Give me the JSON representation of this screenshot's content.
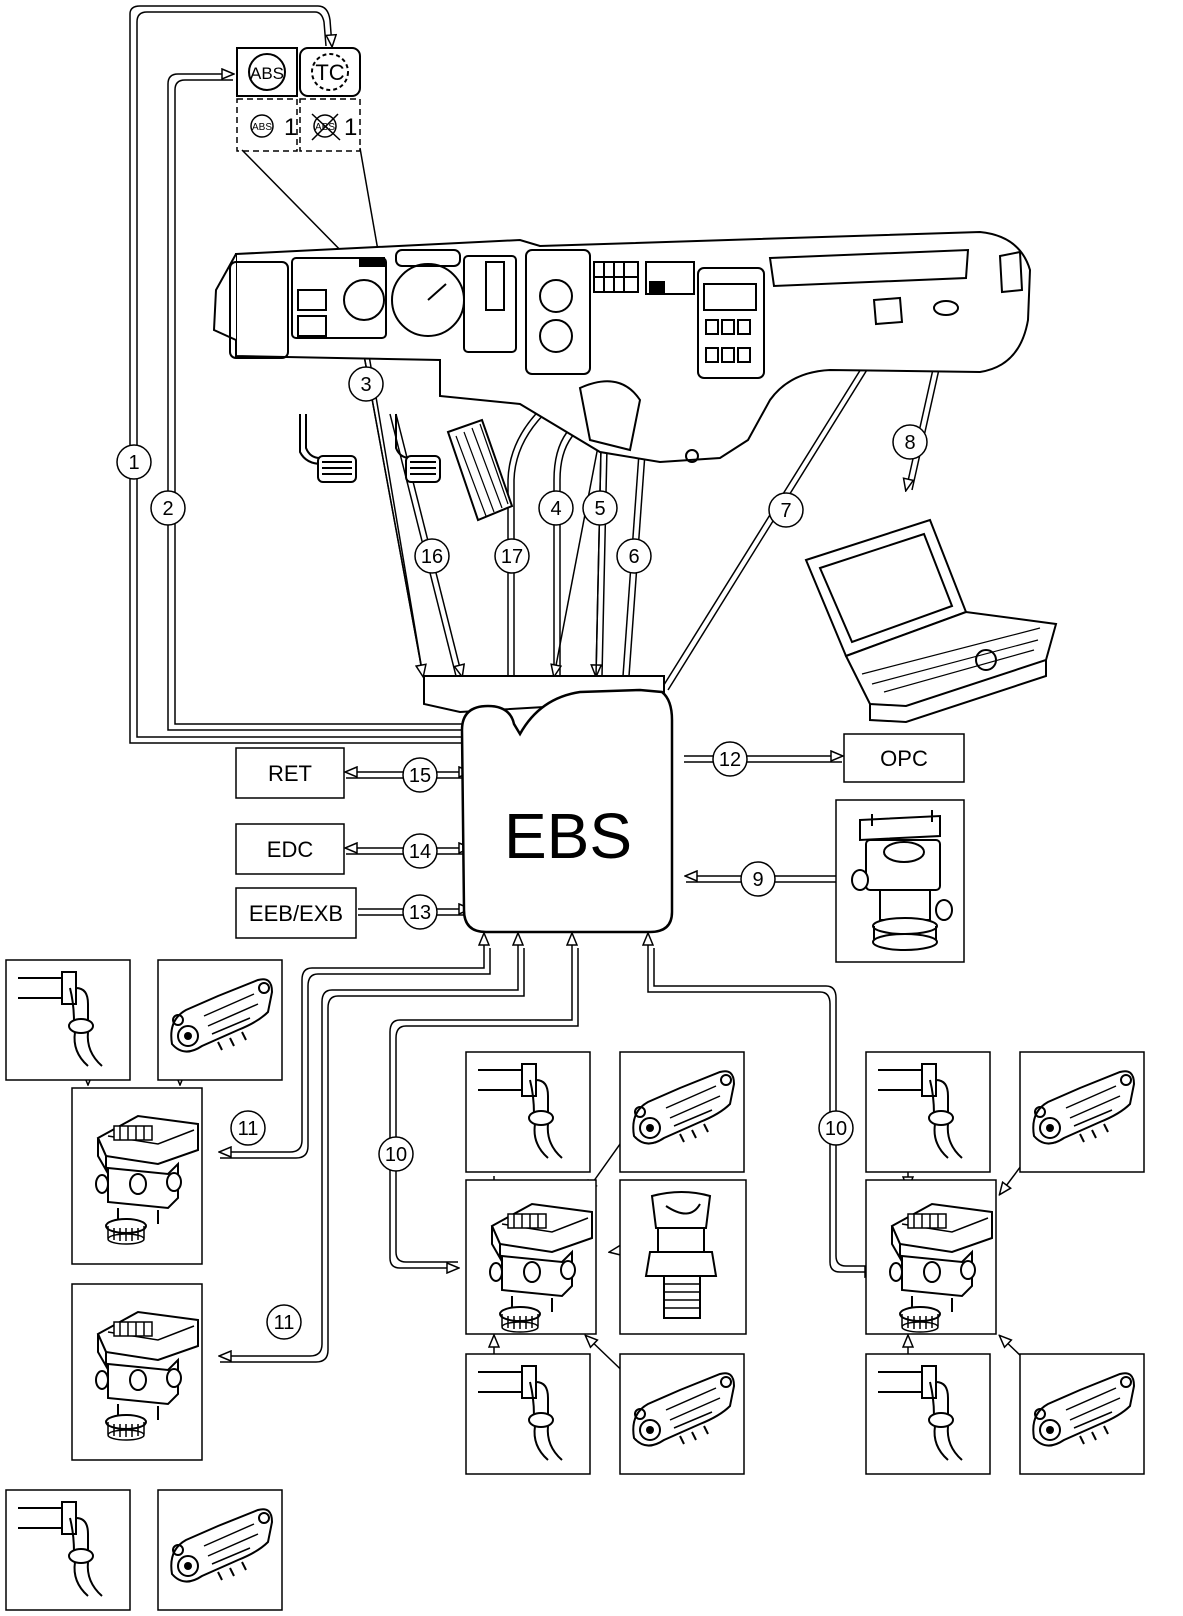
{
  "ebs_unit": {
    "label": "EBS"
  },
  "components": {
    "ret": "RET",
    "edc": "EDC",
    "eeb_exb": "EEB/EXB",
    "opc": "OPC"
  },
  "warning_lamps": {
    "abs": "ABS",
    "tc": "TC",
    "abs_small": "ABS",
    "abs_crossed": "ABS",
    "count_left": "1",
    "count_right": "1"
  },
  "callouts": {
    "c1": "1",
    "c2": "2",
    "c3": "3",
    "c4": "4",
    "c5": "5",
    "c6": "6",
    "c7": "7",
    "c8": "8",
    "c9": "9",
    "c10a": "10",
    "c10b": "10",
    "c11a": "11",
    "c11b": "11",
    "c12": "12",
    "c13": "13",
    "c14": "14",
    "c15": "15",
    "c16": "16",
    "c17": "17"
  },
  "icons": [
    "dashboard-icon",
    "laptop-icon",
    "brake-pedal-icon",
    "accelerator-pedal-icon",
    "wheel-speed-sensor-icon",
    "brake-pad-wear-sensor-icon",
    "modulator-valve-icon",
    "trailer-control-valve-icon",
    "pressure-sensor-icon",
    "diagnostic-connector-icon"
  ]
}
